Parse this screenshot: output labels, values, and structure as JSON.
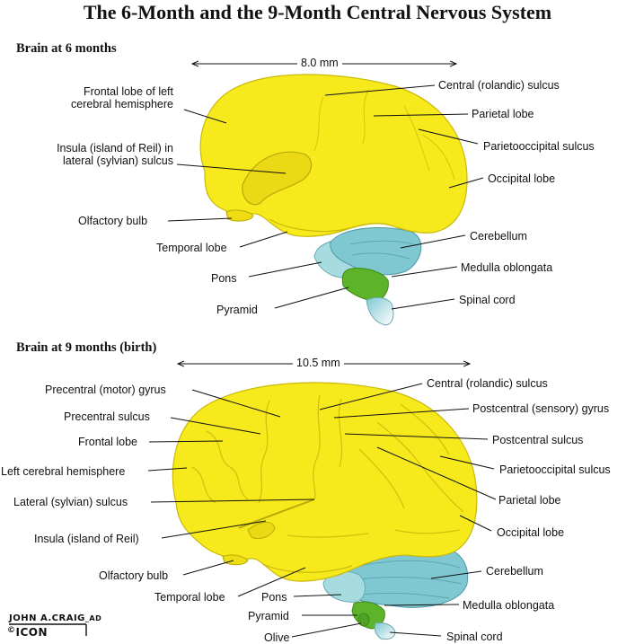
{
  "title": "The 6-Month and the 9-Month Central Nervous System",
  "brain6": {
    "heading": "Brain at 6 months",
    "scale": "8.0 mm",
    "labels": {
      "frontal": "Frontal lobe of left\ncerebral hemisphere",
      "insula": "Insula (island of Reil) in\nlateral (sylvian) sulcus",
      "olfactory": "Olfactory bulb",
      "temporal": "Temporal lobe",
      "pons": "Pons",
      "pyramid": "Pyramid",
      "central": "Central (rolandic) sulcus",
      "parietal": "Parietal lobe",
      "parietooccipital": "Parietooccipital sulcus",
      "occipital": "Occipital lobe",
      "cerebellum": "Cerebellum",
      "medulla": "Medulla oblongata",
      "spinal": "Spinal cord"
    }
  },
  "brain9": {
    "heading": "Brain at 9 months (birth)",
    "scale": "10.5 mm",
    "labels": {
      "precentral_gyrus": "Precentral (motor) gyrus",
      "precentral_sulcus": "Precentral sulcus",
      "frontal": "Frontal lobe",
      "left_hemisphere": "Left cerebral hemisphere",
      "lateral": "Lateral (sylvian) sulcus",
      "insula": "Insula (island of Reil)",
      "olfactory": "Olfactory bulb",
      "temporal": "Temporal lobe",
      "pons": "Pons",
      "pyramid": "Pyramid",
      "olive": "Olive",
      "central": "Central (rolandic) sulcus",
      "postcentral_gyrus": "Postcentral (sensory) gyrus",
      "postcentral_sulcus": "Postcentral sulcus",
      "parietooccipital": "Parietooccipital sulcus",
      "parietal": "Parietal lobe",
      "occipital": "Occipital lobe",
      "cerebellum": "Cerebellum",
      "medulla": "Medulla oblongata",
      "spinal": "Spinal cord"
    }
  },
  "credit": {
    "artist": "JOHN A.CRAIG",
    "suffix": "_AD",
    "copyright": "©",
    "logo": "ICON"
  },
  "colors": {
    "cerebrum": "#f7ea1c",
    "cerebrum_shadow": "#d8c70c",
    "cerebellum": "#7fc8d2",
    "brainstem": "#a6dce0",
    "pyramid": "#5db32a",
    "spinal": "#ffffff",
    "line": "#111111"
  }
}
